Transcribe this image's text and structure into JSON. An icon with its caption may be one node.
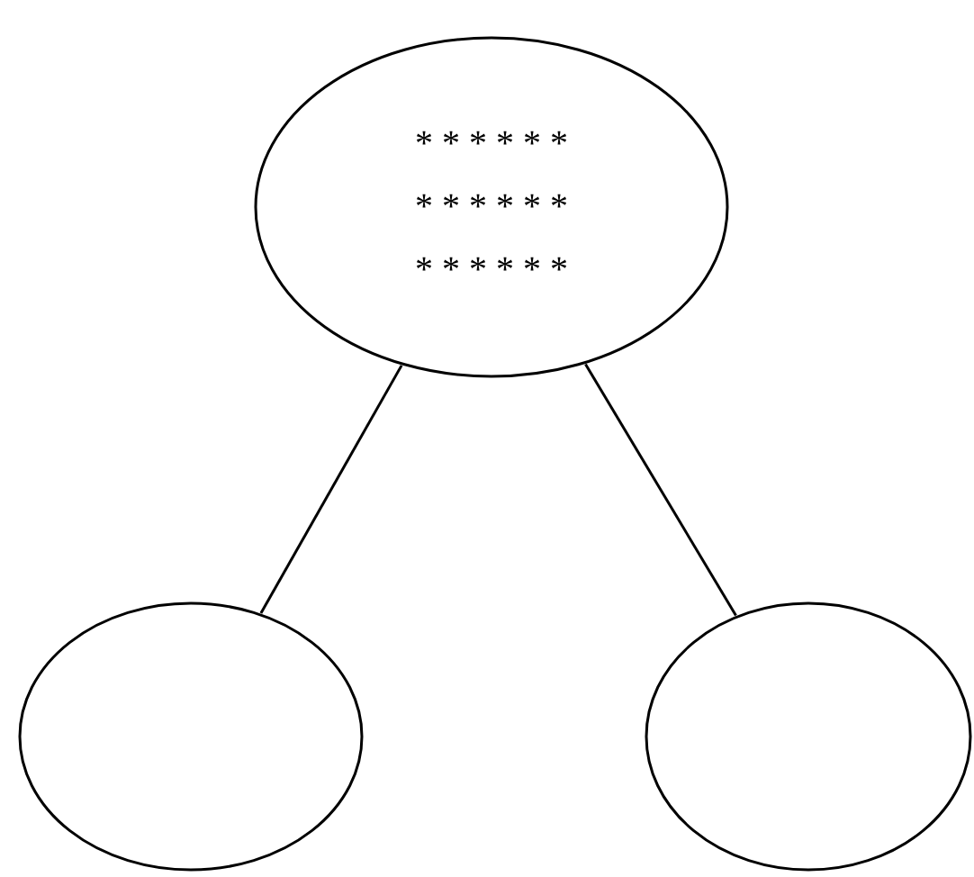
{
  "diagram": {
    "nodes": [
      {
        "text": [
          "* * * * * *",
          "* * * * * *",
          "* * * * * *"
        ]
      },
      {
        "text": [],
        "shape": "circle"
      },
      {
        "text": [],
        "shape": "circle"
      }
    ],
    "edges": [
      {
        "from": 0,
        "to": 1,
        "arrow": "none"
      },
      {
        "from": 0,
        "to": 2,
        "arrow": "none"
      }
    ]
  }
}
